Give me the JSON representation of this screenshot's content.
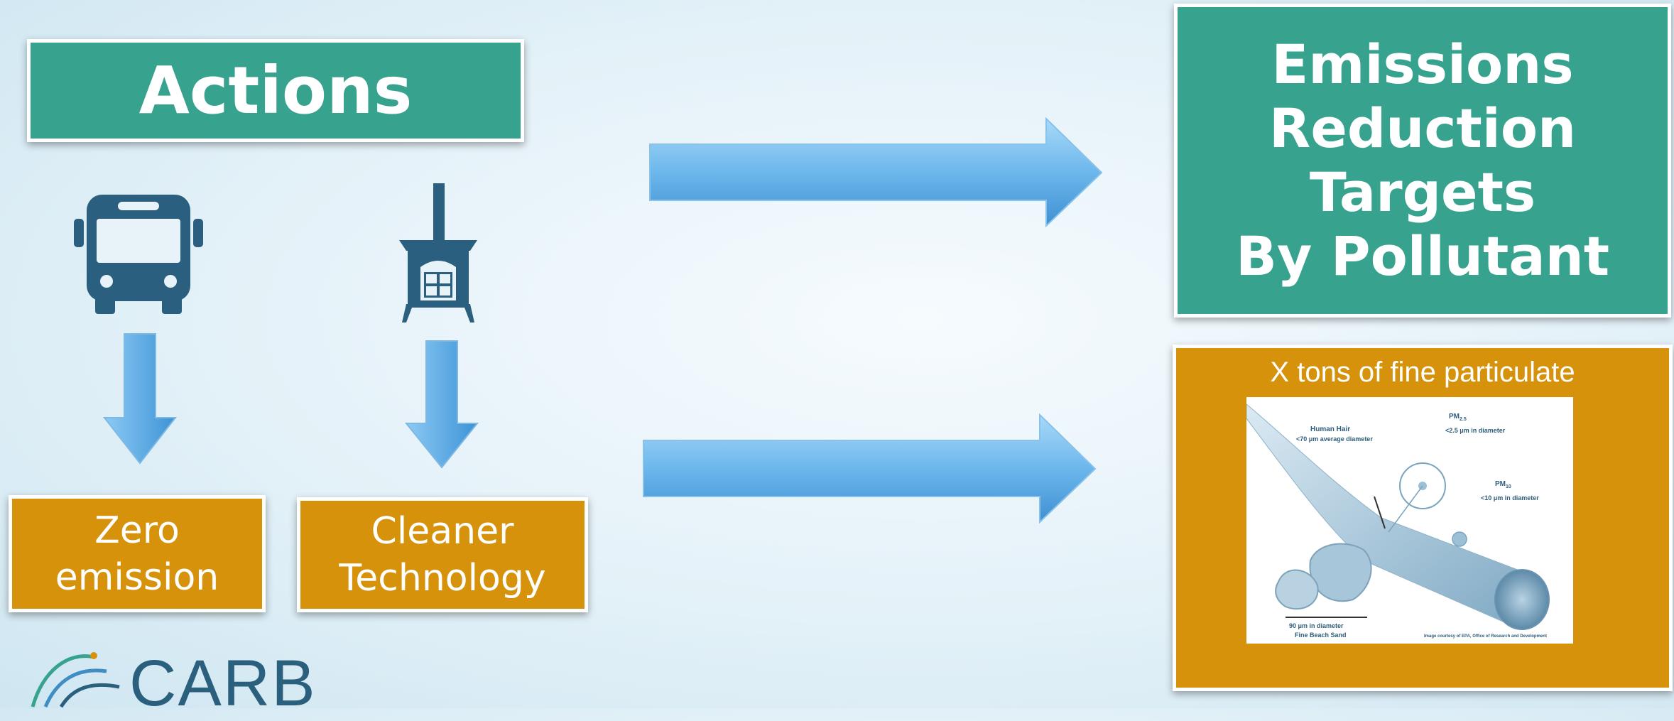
{
  "actions": {
    "title": "Actions"
  },
  "icons": {
    "bus": "bus-icon",
    "stove": "wood-stove-icon"
  },
  "boxes": {
    "zero": [
      "Zero",
      "emission"
    ],
    "cleaner": [
      "Cleaner",
      "Technology"
    ]
  },
  "targets": {
    "lines": [
      "Emissions",
      "Reduction",
      "Targets",
      "By Pollutant"
    ]
  },
  "particulate": {
    "caption": "X tons of fine particulate",
    "labels": {
      "hair": "Human Hair",
      "hair_size": "<70 μm average diameter",
      "pm25": "PM",
      "pm25_sub": "2.5",
      "pm25_size": "<2.5 μm in diameter",
      "pm10": "PM",
      "pm10_sub": "10",
      "pm10_size": "<10 μm in diameter",
      "sand_size": "90 μm in diameter",
      "sand": "Fine Beach Sand",
      "credit": "Image courtesy of EPA, Office of Research and Development"
    }
  },
  "logo": {
    "text": "CARB"
  },
  "colors": {
    "teal": "#37a28e",
    "orange": "#d6920b",
    "arrow": "#5fb0e8",
    "icon": "#2b5f7f"
  }
}
